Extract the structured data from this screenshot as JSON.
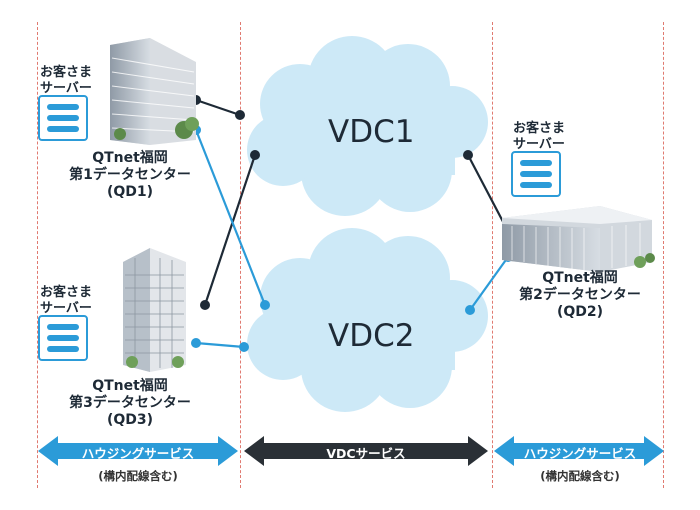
{
  "clouds": {
    "vdc1": "VDC1",
    "vdc2": "VDC2"
  },
  "customer_label": {
    "line1": "お客さま",
    "line2": "サーバー"
  },
  "dc1": {
    "line1": "QTnet福岡",
    "line2": "第1データセンター",
    "line3": "(QD1)"
  },
  "dc2": {
    "line1": "QTnet福岡",
    "line2": "第2データセンター",
    "line3": "(QD2)"
  },
  "dc3": {
    "line1": "QTnet福岡",
    "line2": "第3データセンター",
    "line3": "(QD3)"
  },
  "arrows": {
    "left": {
      "label": "ハウジングサービス",
      "sub": "(構内配線含む)"
    },
    "middle": {
      "label": "VDCサービス"
    },
    "right": {
      "label": "ハウジングサービス",
      "sub": "(構内配線含む)"
    }
  },
  "colors": {
    "dark_line": "#1e2a36",
    "blue_line": "#2b9bd8",
    "cloud": "#cde9f7",
    "divider": "#e07a70"
  }
}
